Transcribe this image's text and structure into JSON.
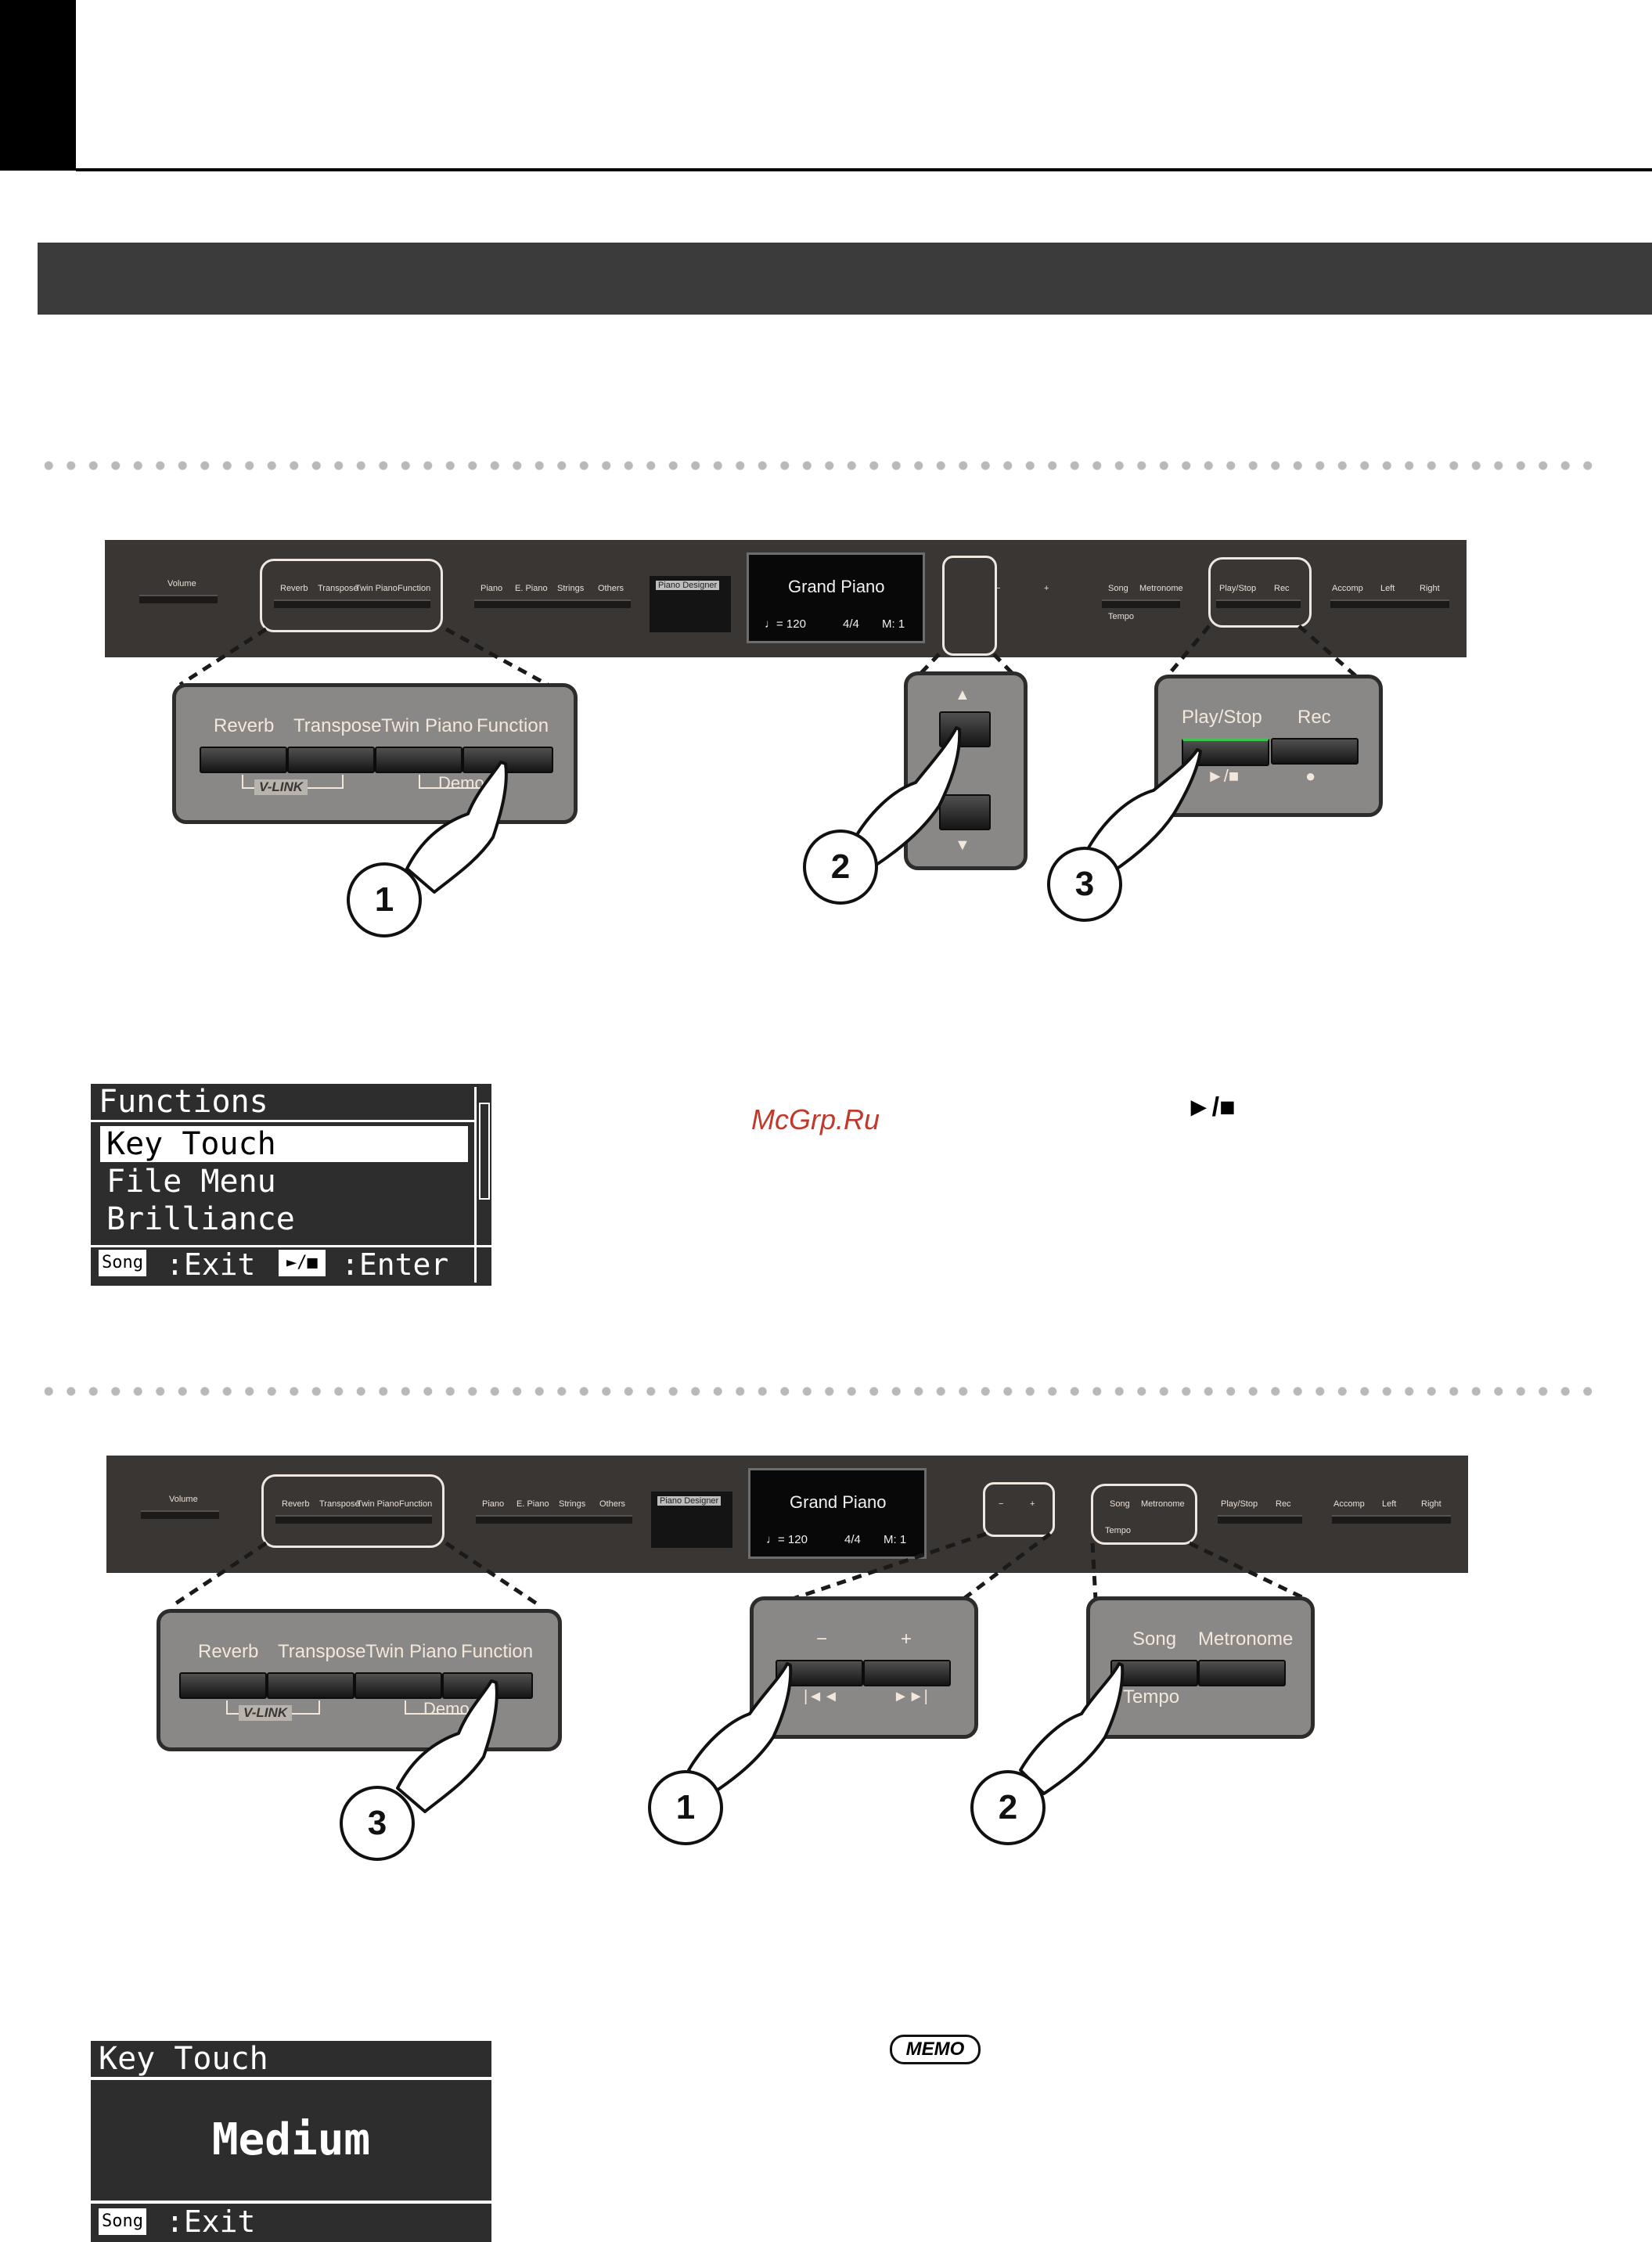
{
  "panel": {
    "volume": "Volume",
    "reverb": "Reverb",
    "transpose": "Transpose",
    "twin_piano": "Twin Piano",
    "function": "Function",
    "vlink": "V-LINK",
    "demo": "Demo",
    "piano": "Piano",
    "e_piano": "E. Piano",
    "strings": "Strings",
    "others": "Others",
    "piano_designer": "Piano Designer",
    "lcd_title": "Grand Piano",
    "lcd_tempo": "♩= 120",
    "lcd_meter": "4/4",
    "lcd_measure": "M: 1",
    "minus": "−",
    "plus": "+",
    "song": "Song",
    "metronome": "Metronome",
    "tempo": "Tempo",
    "play_stop": "Play/Stop",
    "rec": "Rec",
    "accomp": "Accomp",
    "left": "Left",
    "right": "Right",
    "up_arrow": "▲",
    "down_arrow": "▼",
    "play_stop_symbol": "►/■",
    "rec_symbol": "●",
    "rewind_symbol": "|◄◄",
    "forward_symbol": "►►|"
  },
  "steps": {
    "one": "1",
    "two": "2",
    "three": "3"
  },
  "screen1": {
    "title": "Functions",
    "items": [
      "Key Touch",
      "File Menu",
      "Brilliance"
    ],
    "song_key": "Song",
    "exit": ":Exit",
    "enter_key": "►/■",
    "enter": ":Enter"
  },
  "watermark": "McGrp.Ru",
  "play_stop_glyph": "►/■",
  "screen2": {
    "title": "Key Touch",
    "value": "Medium",
    "song_key": "Song",
    "exit": ":Exit"
  },
  "memo": "MEMO"
}
